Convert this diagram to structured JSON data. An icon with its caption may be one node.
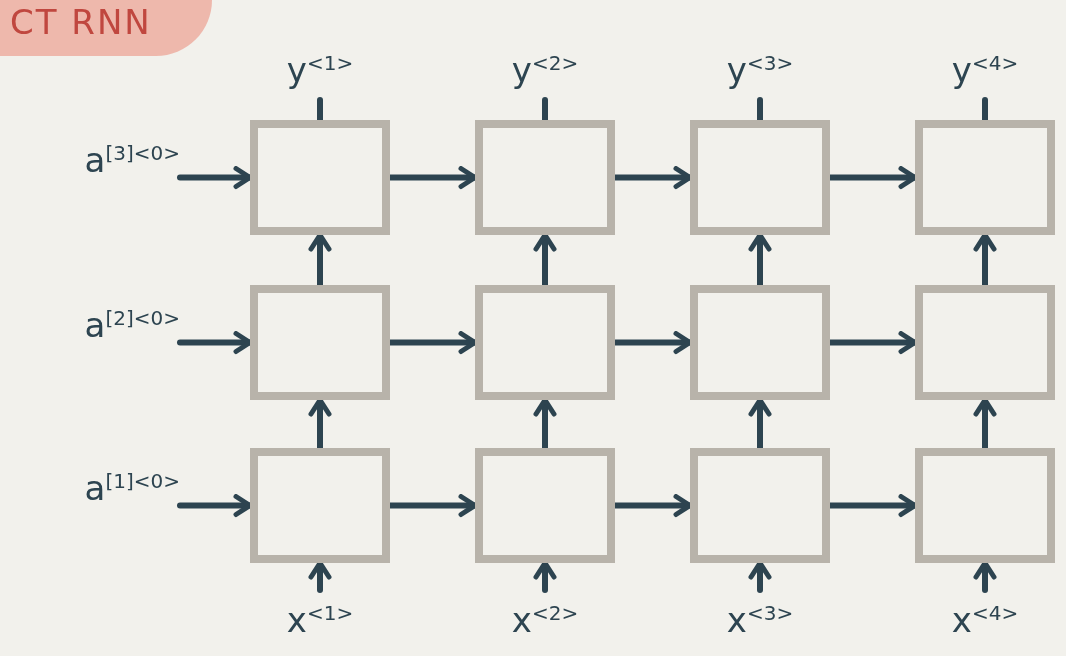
{
  "diagram": {
    "nodes": [
      {
        "text": [
          "y$^{<1>}$"
        ]
      },
      {
        "text": [
          "y$^{<2>}$"
        ]
      },
      {
        "text": [
          "y$^{<3>}$"
        ]
      },
      {
        "text": [
          "y$^{<4>}$"
        ]
      },
      {
        "text": [
          "a$^{[3]<0>}$"
        ]
      },
      {
        "text": [],
        "shape": "box"
      },
      {
        "text": [],
        "shape": "box"
      },
      {
        "text": [],
        "shape": "box"
      },
      {
        "text": [],
        "shape": "box"
      },
      {
        "text": [
          "a$^{[2]<0>}$"
        ]
      },
      {
        "text": [],
        "shape": "box"
      },
      {
        "text": [],
        "shape": "box"
      },
      {
        "text": [],
        "shape": "box"
      },
      {
        "text": [],
        "shape": "box"
      },
      {
        "text": [
          "a$^{[1]<0>}$"
        ]
      },
      {
        "text": [],
        "shape": "box"
      },
      {
        "text": [],
        "shape": "box"
      },
      {
        "text": [],
        "shape": "box"
      },
      {
        "text": [],
        "shape": "box"
      },
      {
        "text": [
          "x$^{<1>}$"
        ]
      },
      {
        "text": [
          "x$^{<2>}$"
        ]
      },
      {
        "text": [
          "x$^{<3>}$"
        ]
      },
      {
        "text": [
          "x$^{<4>}$"
        ]
      }
    ],
    "edges": [
      {
        "from": 4,
        "to": 5,
        "arrow": "to"
      },
      {
        "from": 5,
        "to": 6,
        "arrow": "to"
      },
      {
        "from": 6,
        "to": 7,
        "arrow": "to"
      },
      {
        "from": 7,
        "to": 8,
        "arrow": "to"
      },
      {
        "from": 9,
        "to": 10,
        "arrow": "to"
      },
      {
        "from": 10,
        "to": 11,
        "arrow": "to"
      },
      {
        "from": 11,
        "to": 12,
        "arrow": "to"
      },
      {
        "from": 12,
        "to": 13,
        "arrow": "to"
      },
      {
        "from": 14,
        "to": 15,
        "arrow": "to"
      },
      {
        "from": 15,
        "to": 16,
        "arrow": "to"
      },
      {
        "from": 16,
        "to": 17,
        "arrow": "to"
      },
      {
        "from": 17,
        "to": 18,
        "arrow": "to"
      },
      {
        "from": 19,
        "to": 15,
        "arrow": "to"
      },
      {
        "from": 20,
        "to": 16,
        "arrow": "to"
      },
      {
        "from": 21,
        "to": 17,
        "arrow": "to"
      },
      {
        "from": 22,
        "to": 18,
        "arrow": "to"
      },
      {
        "from": 15,
        "to": 10,
        "arrow": "to"
      },
      {
        "from": 16,
        "to": 11,
        "arrow": "to"
      },
      {
        "from": 17,
        "to": 12,
        "arrow": "to"
      },
      {
        "from": 18,
        "to": 13,
        "arrow": "to"
      },
      {
        "from": 10,
        "to": 5,
        "arrow": "to"
      },
      {
        "from": 11,
        "to": 6,
        "arrow": "to"
      },
      {
        "from": 12,
        "to": 7,
        "arrow": "to"
      },
      {
        "from": 13,
        "to": 8,
        "arrow": "to"
      },
      {
        "from": 5,
        "to": 0,
        "arrow": "none"
      },
      {
        "from": 6,
        "to": 1,
        "arrow": "none"
      },
      {
        "from": 7,
        "to": 2,
        "arrow": "none"
      },
      {
        "from": 8,
        "to": 3,
        "arrow": "none"
      }
    ],
    "labels": [
      "CT RNN"
    ]
  }
}
